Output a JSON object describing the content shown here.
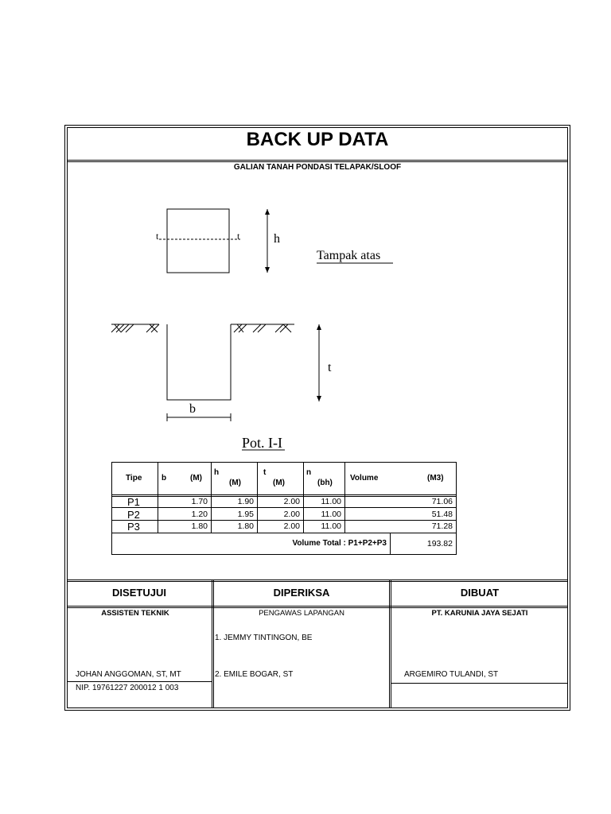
{
  "document": {
    "title": "BACK UP DATA",
    "subtitle": "GALIAN TANAH PONDASI TELAPAK/SLOOF"
  },
  "drawing": {
    "top_label": "Tampak atas",
    "section_label": "Pot. I-I",
    "h_label": "h",
    "t_label": "t",
    "b_label": "b",
    "cut_left": "t",
    "cut_right": "t"
  },
  "table": {
    "headers": {
      "tipe": "Tipe",
      "b": "b",
      "b_unit": "(M)",
      "h": "h",
      "h_unit": "(M)",
      "t": "t",
      "t_unit": "(M)",
      "n": "n",
      "n_unit": "(bh)",
      "volume": "Volume",
      "volume_unit": "(M3)"
    },
    "rows": [
      {
        "tipe": "P1",
        "b": "1.70",
        "h": "1.90",
        "t": "2.00",
        "n": "11.00",
        "volume": "71.06"
      },
      {
        "tipe": "P2",
        "b": "1.20",
        "h": "1.95",
        "t": "2.00",
        "n": "11.00",
        "volume": "51.48"
      },
      {
        "tipe": "P3",
        "b": "1.80",
        "h": "1.80",
        "t": "2.00",
        "n": "11.00",
        "volume": "71.28"
      }
    ],
    "total_label": "Volume Total : P1+P2+P3",
    "total_value": "193.82"
  },
  "signatures": {
    "disetujui": {
      "heading": "DISETUJUI",
      "role": "ASSISTEN TEKNIK",
      "name": "JOHAN ANGGOMAN, ST, MT",
      "nip": "NIP. 19761227 200012 1 003"
    },
    "diperiksa": {
      "heading": "DIPERIKSA",
      "role": "PENGAWAS LAPANGAN",
      "person1": "1.  JEMMY TINTINGON, BE",
      "person2": "2.  EMILE BOGAR, ST"
    },
    "dibuat": {
      "heading": "DIBUAT",
      "role": "PT. KARUNIA JAYA SEJATI",
      "name": "ARGEMIRO TULANDI, ST"
    }
  }
}
